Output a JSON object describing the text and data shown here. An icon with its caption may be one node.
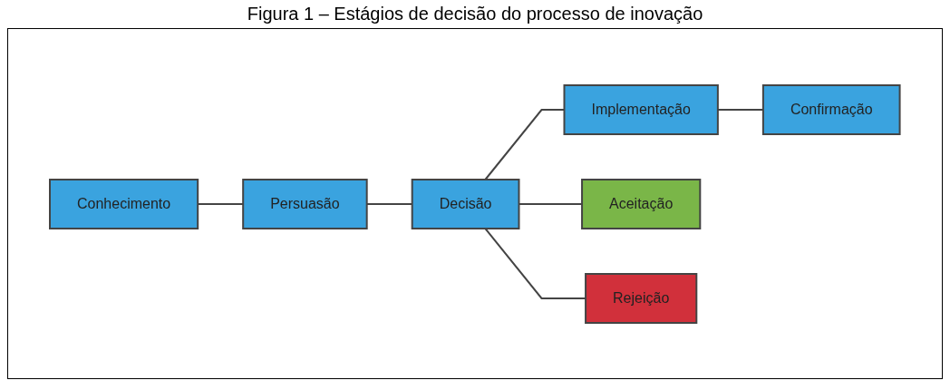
{
  "diagram": {
    "title": "Figura 1 – Estágios de decisão do processo de inovação",
    "nodes": [
      {
        "text": [
          "Conhecimento"
        ]
      },
      {
        "text": [
          "Persuasão"
        ]
      },
      {
        "text": [
          "Decisão"
        ]
      },
      {
        "text": [
          "Implementação"
        ]
      },
      {
        "text": [
          "Confirmação"
        ]
      },
      {
        "text": [
          "Aceitação"
        ]
      },
      {
        "text": [
          "Rejeição"
        ]
      }
    ],
    "edges": [
      {
        "from": 0,
        "to": 1,
        "arrow": "none"
      },
      {
        "from": 1,
        "to": 2,
        "arrow": "none"
      },
      {
        "from": 2,
        "to": 3,
        "arrow": "none"
      },
      {
        "from": 3,
        "to": 4,
        "arrow": "none"
      },
      {
        "from": 2,
        "to": 5,
        "arrow": "none"
      },
      {
        "from": 2,
        "to": 6,
        "arrow": "none"
      }
    ]
  }
}
